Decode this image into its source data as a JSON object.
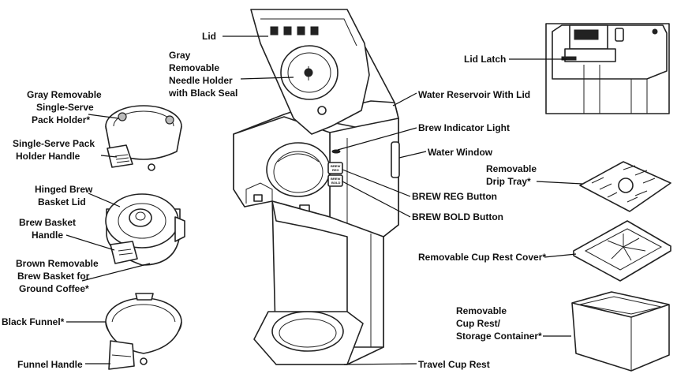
{
  "labels": {
    "lid": "Lid",
    "needle_holder": [
      "Gray",
      "Removable",
      "Needle Holder",
      "with Black Seal"
    ],
    "pack_holder": [
      "Gray Removable",
      "Single-Serve",
      "Pack Holder*"
    ],
    "pack_holder_handle": [
      "Single-Serve Pack",
      "Holder Handle"
    ],
    "basket_lid": [
      "Hinged Brew",
      "Basket Lid"
    ],
    "basket_handle": [
      "Brew Basket",
      "Handle"
    ],
    "brew_basket": [
      "Brown Removable",
      "Brew Basket for",
      "Ground Coffee*"
    ],
    "black_funnel": "Black Funnel*",
    "funnel_handle": "Funnel Handle",
    "lid_latch": "Lid Latch",
    "water_reservoir": "Water Reservoir With Lid",
    "brew_light": "Brew Indicator Light",
    "water_window": "Water Window",
    "drip_tray": [
      "Removable",
      "Drip Tray*"
    ],
    "brew_reg": "BREW REG Button",
    "brew_bold": "BREW BOLD Button",
    "cup_rest_cover": "Removable Cup Rest Cover*",
    "cup_rest": [
      "Removable",
      "Cup Rest/",
      "Storage Container*"
    ],
    "travel_cup_rest": "Travel Cup Rest"
  },
  "button_text": {
    "reg": [
      "BREW",
      "REG"
    ],
    "bold": [
      "BREW",
      "BOLD"
    ]
  }
}
